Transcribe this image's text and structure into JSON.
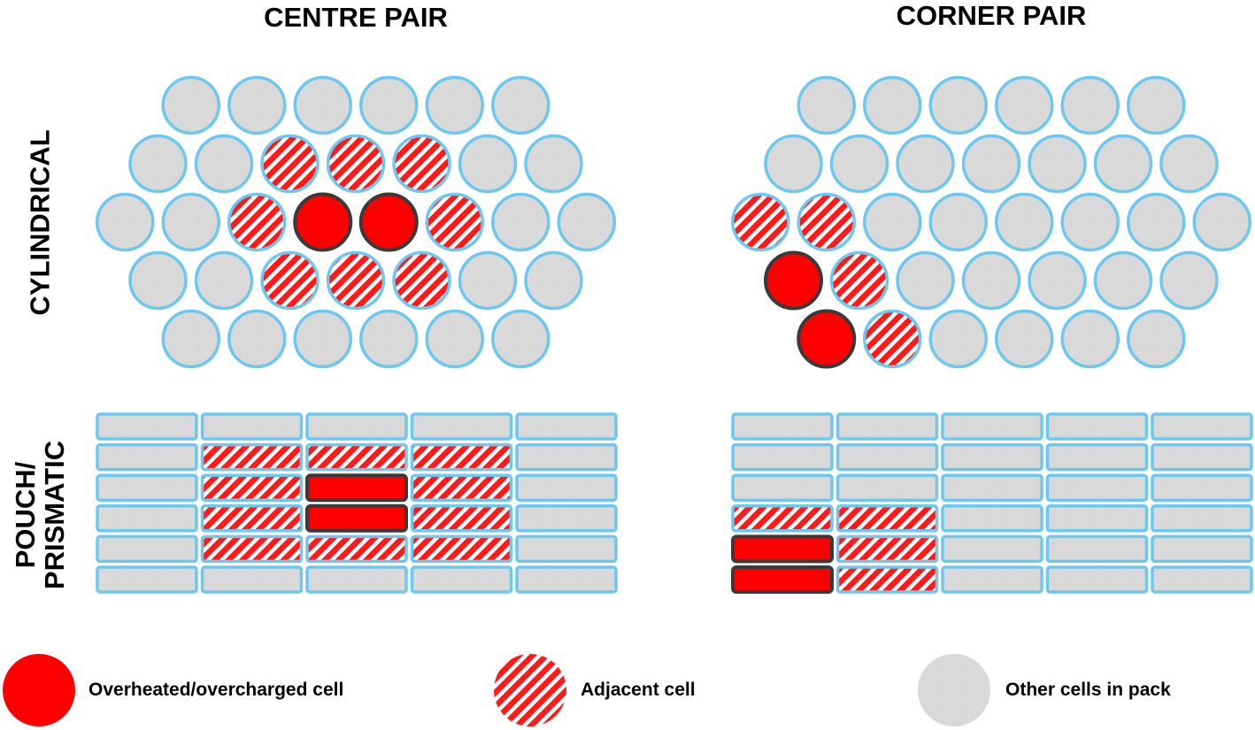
{
  "columns": {
    "left_title": "CENTRE PAIR",
    "right_title": "CORNER PAIR"
  },
  "rows": {
    "top_label": "CYLINDRICAL",
    "bottom_label_line1": "POUCH/",
    "bottom_label_line2": "PRISMATIC"
  },
  "colors": {
    "overheated_fill": "#ff0000",
    "overheated_border": "#3a3a3a",
    "adjacent_stripe": "#ff1a1a",
    "other_fill": "#d9d9d9",
    "cell_border": "#6cc8ee"
  },
  "panels": {
    "cylindrical_centre": {
      "row_lengths": [
        6,
        7,
        8,
        7,
        6
      ],
      "overheated": [
        "2-3",
        "2-4"
      ],
      "adjacent": [
        "1-2",
        "1-3",
        "1-4",
        "2-2",
        "2-5",
        "3-2",
        "3-3",
        "3-4"
      ]
    },
    "cylindrical_corner": {
      "row_lengths": [
        6,
        7,
        8,
        7,
        6
      ],
      "overheated": [
        "3-0",
        "4-0"
      ],
      "adjacent": [
        "2-0",
        "2-1",
        "3-1",
        "4-1"
      ]
    },
    "pouch_centre": {
      "rows": 6,
      "cols": 5,
      "overheated": [
        "2-2",
        "3-2"
      ],
      "adjacent": [
        "1-1",
        "1-2",
        "1-3",
        "2-1",
        "2-3",
        "3-1",
        "3-3",
        "4-1",
        "4-2",
        "4-3"
      ]
    },
    "pouch_corner": {
      "rows": 6,
      "cols": 5,
      "overheated": [
        "4-0",
        "5-0"
      ],
      "adjacent": [
        "3-0",
        "3-1",
        "4-1",
        "5-1"
      ]
    }
  },
  "legend": {
    "overheated": "Overheated/overcharged cell",
    "adjacent": "Adjacent cell",
    "other": "Other cells in pack"
  }
}
